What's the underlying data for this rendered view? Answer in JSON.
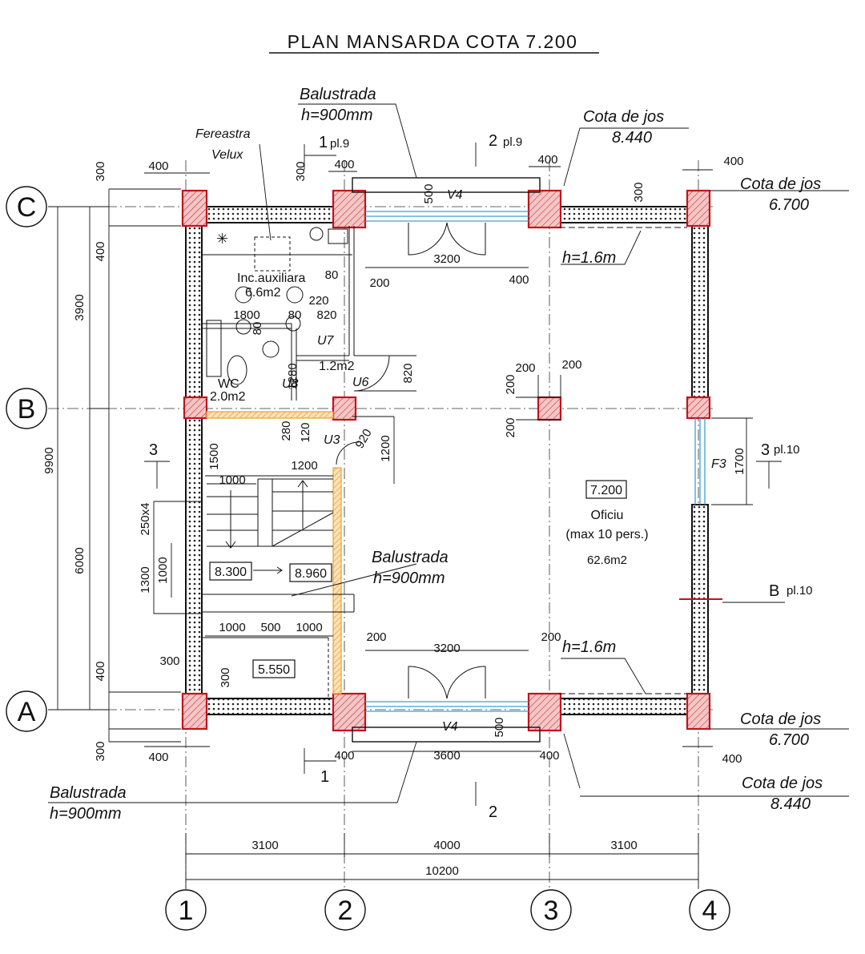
{
  "title": "PLAN MANSARDA COTA 7.200",
  "axes": {
    "rows": [
      "C",
      "B",
      "A"
    ],
    "cols": [
      "1",
      "2",
      "3",
      "4"
    ]
  },
  "annotations": {
    "balustrada_top_1": "Balustrada",
    "balustrada_top_2": "h=900mm",
    "balustrada_mid_1": "Balustrada",
    "balustrada_mid_2": "h=900mm",
    "balustrada_bot_1": "Balustrada",
    "balustrada_bot_2": "h=900mm",
    "fereastra_1": "Fereastra",
    "fereastra_2": "Velux",
    "cota_tr_1": "Cota de jos",
    "cota_tr_2": "8.440",
    "cota_r1_1": "Cota de jos",
    "cota_r1_2": "6.700",
    "cota_r2_1": "Cota de jos",
    "cota_r2_2": "6.700",
    "cota_br_1": "Cota de jos",
    "cota_br_2": "8.440"
  },
  "rooms": {
    "inc_aux_name": "Inc.auxiliara",
    "inc_aux_area": "6.6m2",
    "wc_name": "WC",
    "wc_area": "2.0m2",
    "hall_area": "1.2m2",
    "office_level": "7.200",
    "office_name": "Oficiu",
    "office_capacity": "(max 10 pers.)",
    "office_area": "62.6m2",
    "stair_level_1": "8.300",
    "stair_level_2": "8.960",
    "stair_level_3": "5.550"
  },
  "openings": {
    "v4_top": "V4",
    "v4_bottom": "V4",
    "f3": "F3",
    "u3": "U3",
    "u6": "U6",
    "u7": "U7",
    "u8": "U8",
    "h_top": "h=1.6m",
    "h_bottom": "h=1.6m"
  },
  "sections": {
    "s1_top": "1",
    "s1_top_ref": "pl.9",
    "s2_top": "2",
    "s2_top_ref": "pl.9",
    "s3_left": "3",
    "s3_right": "3",
    "s3_right_ref": "pl.10",
    "b_right": "B",
    "b_right_ref": "pl.10",
    "s1_bottom": "1",
    "s2_bottom": "2"
  },
  "dimensions": {
    "bottom_3100_a": "3100",
    "bottom_4000": "4000",
    "bottom_3100_b": "3100",
    "bottom_total": "10200",
    "left_total": "9900",
    "left_3900": "3900",
    "left_6000": "6000",
    "left_300_top": "300",
    "left_400_top": "400",
    "left_400_bot": "400",
    "left_300_bot": "300",
    "top_400_left": "400",
    "top_400_col2": "400",
    "top_300_col2": "300",
    "top_400_col3": "400",
    "top_400_right": "400",
    "top_300_right": "300",
    "top_500": "500",
    "top_3200": "3200",
    "top_400_under": "400",
    "top_200": "200",
    "d80_a": "80",
    "d80_b": "80",
    "d80_c": "80",
    "d220": "220",
    "d820_a": "820",
    "d820_b": "820",
    "d1800": "1800",
    "d1280": "1280",
    "d280": "280",
    "d120": "120",
    "d920": "920",
    "d1200_v": "1200",
    "d1200_h": "1200",
    "d1500": "1500",
    "d1000_a": "1000",
    "d250x4": "250x4",
    "d1300": "1300",
    "d1000_v": "1000",
    "d1000_b": "1000",
    "d500_mid": "500",
    "d1000_c": "1000",
    "d300_stair": "300",
    "d300_stair2": "300",
    "d200_col3_a": "200",
    "d200_col3_b": "200",
    "d200_col3_c": "200",
    "d200_col3_d": "200",
    "d1700": "1700",
    "bot_200_a": "200",
    "bot_3200": "3200",
    "bot_200_b": "200",
    "bot_500": "500",
    "bot_400_left": "400",
    "bot_400_col2": "400",
    "bot_3600": "3600",
    "bot_400_col3": "400",
    "bot_400_right": "400"
  },
  "colors": {
    "column_fill": "#f3c6c6",
    "column_stroke": "#c0141e",
    "glazing": "#3aa0d8",
    "partition": "#e8a030",
    "line": "#111111"
  }
}
